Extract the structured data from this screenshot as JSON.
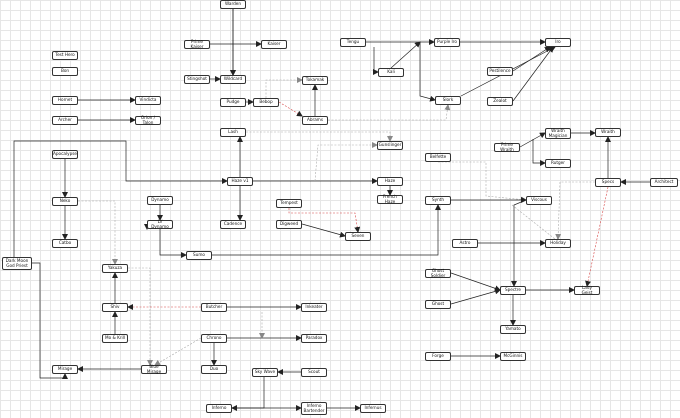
{
  "nodes": [
    {
      "id": "warden",
      "label": "Warden"
    },
    {
      "id": "prime_kaiser",
      "label": "Prime Kaiser"
    },
    {
      "id": "kaiser",
      "label": "Kaiser"
    },
    {
      "id": "stingshot",
      "label": "Stingshot"
    },
    {
      "id": "wildcard",
      "label": "Wildcard"
    },
    {
      "id": "test_hero",
      "label": "Test Hero"
    },
    {
      "id": "bon",
      "label": "Bon"
    },
    {
      "id": "hornet",
      "label": "Hornet"
    },
    {
      "id": "vindicta",
      "label": "Vindicta"
    },
    {
      "id": "archer",
      "label": "Archer"
    },
    {
      "id": "orion_talon",
      "label": "Orion / Talon"
    },
    {
      "id": "pudge",
      "label": "Pudge"
    },
    {
      "id": "bebop",
      "label": "Bebop"
    },
    {
      "id": "tokamak",
      "label": "Tokamak"
    },
    {
      "id": "abrams",
      "label": "Abrams"
    },
    {
      "id": "tengu",
      "label": "Tengu"
    },
    {
      "id": "purple_iro",
      "label": "Purple Iro"
    },
    {
      "id": "iro",
      "label": "Iro"
    },
    {
      "id": "kali",
      "label": "Kali"
    },
    {
      "id": "pestilence",
      "label": "Pestilence"
    },
    {
      "id": "zealot",
      "label": "Zealot"
    },
    {
      "id": "slork",
      "label": "Slork"
    },
    {
      "id": "lash",
      "label": "Lash"
    },
    {
      "id": "gunslinger",
      "label": "Gunslinger"
    },
    {
      "id": "apocalypse",
      "label": "Apocalypse"
    },
    {
      "id": "haze_v1",
      "label": "Haze v1"
    },
    {
      "id": "haze",
      "label": "Haze"
    },
    {
      "id": "french_haze",
      "label": "French Haze"
    },
    {
      "id": "belfette",
      "label": "Belfette"
    },
    {
      "id": "prime_wraith",
      "label": "Prime Wraith"
    },
    {
      "id": "wraith_magician",
      "label": "Wraith Magician"
    },
    {
      "id": "wraith",
      "label": "Wraith"
    },
    {
      "id": "rutger",
      "label": "Rutger"
    },
    {
      "id": "specs",
      "label": "Specs"
    },
    {
      "id": "architect",
      "label": "Architect"
    },
    {
      "id": "neko",
      "label": "Neko"
    },
    {
      "id": "dynamo",
      "label": "Dynamo"
    },
    {
      "id": "lv_dynamo",
      "label": "LV Dynamo"
    },
    {
      "id": "cadence",
      "label": "Cadence"
    },
    {
      "id": "tempest",
      "label": "Tempest"
    },
    {
      "id": "digweed",
      "label": "Digweed"
    },
    {
      "id": "seven",
      "label": "Seven"
    },
    {
      "id": "synth",
      "label": "Synth"
    },
    {
      "id": "viscous",
      "label": "Viscous"
    },
    {
      "id": "catbo",
      "label": "Catbo"
    },
    {
      "id": "astro",
      "label": "Astro"
    },
    {
      "id": "holiday",
      "label": "Holiday"
    },
    {
      "id": "sumo",
      "label": "Sumo"
    },
    {
      "id": "dark_moon_god",
      "label": "Dark Moon God Priest"
    },
    {
      "id": "yakuza",
      "label": "Yakuza"
    },
    {
      "id": "ghost_soldier",
      "label": "Ghost Soldier"
    },
    {
      "id": "ghost",
      "label": "Ghost"
    },
    {
      "id": "spectre",
      "label": "Spectre"
    },
    {
      "id": "lady_geist",
      "label": "Lady Geist"
    },
    {
      "id": "yamato",
      "label": "Yamato"
    },
    {
      "id": "shiv",
      "label": "Shiv"
    },
    {
      "id": "butcher",
      "label": "Butcher"
    },
    {
      "id": "inkeater",
      "label": "Inkeater"
    },
    {
      "id": "mo_krill",
      "label": "Mo & Krill"
    },
    {
      "id": "chrono",
      "label": "Chrono"
    },
    {
      "id": "paradox",
      "label": "Paradox"
    },
    {
      "id": "forge",
      "label": "Forge"
    },
    {
      "id": "mcginnis",
      "label": "McGinnis"
    },
    {
      "id": "mirage",
      "label": "Mirage"
    },
    {
      "id": "blue_mirage",
      "label": "Blue Mirage"
    },
    {
      "id": "duo",
      "label": "Duo"
    },
    {
      "id": "sky_wave",
      "label": "Sky Wave"
    },
    {
      "id": "scout",
      "label": "Scout"
    },
    {
      "id": "inferno",
      "label": "Inferno"
    },
    {
      "id": "inferno_bartender",
      "label": "Inferno Bartender"
    },
    {
      "id": "infernus",
      "label": "Infernus"
    }
  ],
  "colors": {
    "node_border": "#333333",
    "edge_solid": "#222222",
    "edge_dashed": "#aaaaaa",
    "edge_highlight": "#d64545",
    "grid": "#e6e6e6"
  }
}
